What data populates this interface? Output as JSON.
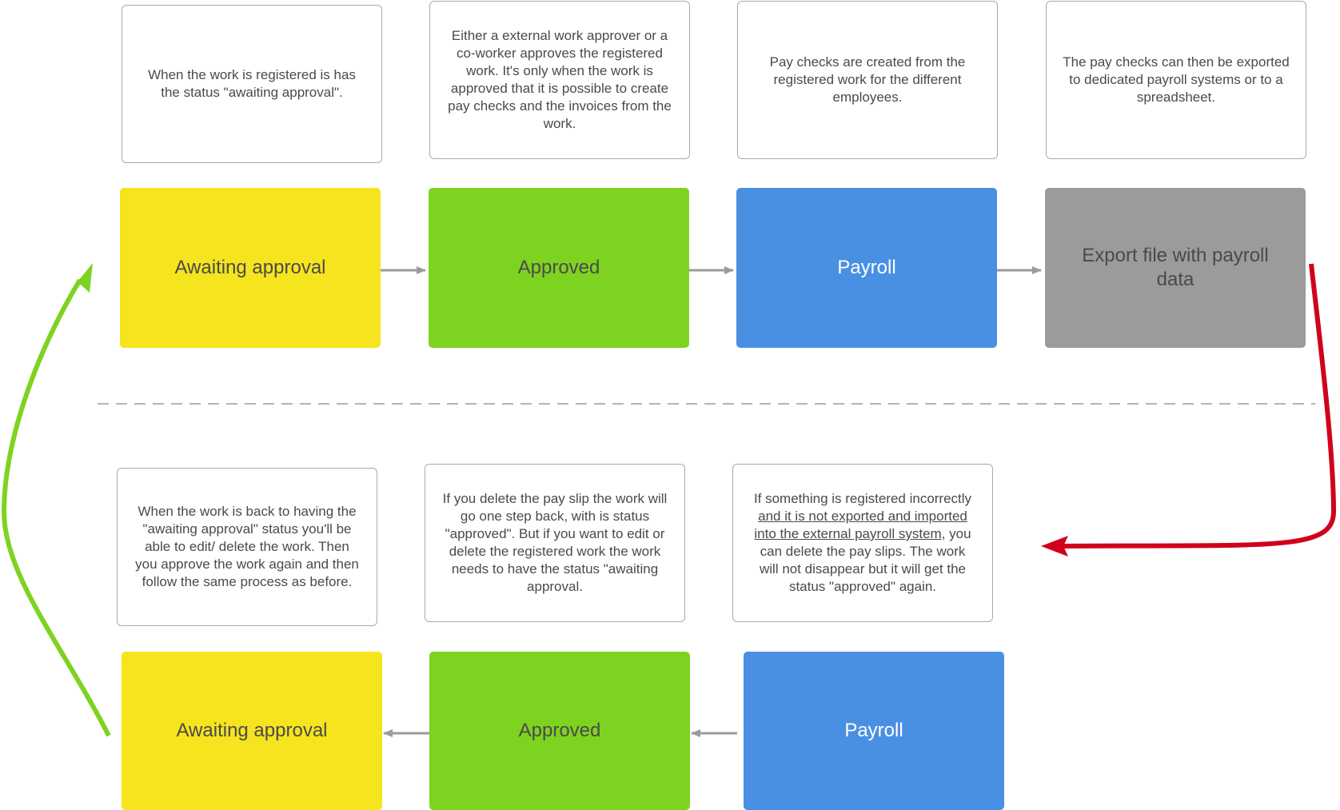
{
  "colors": {
    "awaiting": "#f5e41e",
    "approved": "#7ed321",
    "payroll": "#4a90e2",
    "export": "#9b9b9b",
    "connector": "#9b9b9b",
    "loop_back_arrow": "#7ed321",
    "return_arrow": "#d0021b",
    "divider": "#9b9b9b"
  },
  "top_row": {
    "notes": [
      "When the work is registered is has the status \"awaiting approval\".",
      "Either a external work approver or a co-worker approves the registered work. It's only when the work is approved that it is possible to create pay checks and the invoices from the work.",
      "Pay checks are created from the registered work for the different employees.",
      "The pay checks can then be exported to dedicated payroll systems or to a spreadsheet."
    ],
    "stages": [
      "Awaiting approval",
      "Approved",
      "Payroll",
      "Export file with payroll data"
    ]
  },
  "bottom_row": {
    "notes": [
      "When the work is back to having the \"awaiting approval\" status you'll be able to edit/ delete the work. Then you approve the work again and then follow the same process as before.",
      "If you delete the pay slip the work will go one step back, with is status \"approved\". But if you want to edit or delete the registered work the work needs to have the status \"awaiting approval.",
      {
        "before": "If something is registered incorrectly ",
        "underlined": "and it is not exported and imported into the external payroll system",
        "after": ", you can delete the pay slips. The work will not disappear but it will get the status \"approved\" again."
      }
    ],
    "stages": [
      "Awaiting approval",
      "Approved",
      "Payroll"
    ]
  }
}
